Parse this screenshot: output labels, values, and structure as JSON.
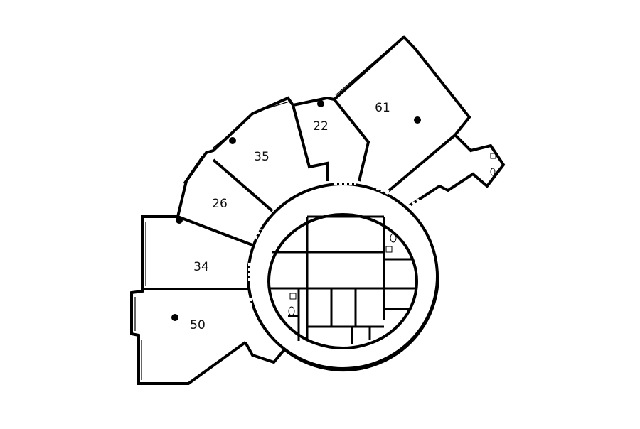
{
  "plan": {
    "rooms": [
      {
        "id": "room-61",
        "label": "61"
      },
      {
        "id": "room-22",
        "label": "22"
      },
      {
        "id": "room-35",
        "label": "35"
      },
      {
        "id": "room-26",
        "label": "26"
      },
      {
        "id": "room-34",
        "label": "34"
      },
      {
        "id": "room-50",
        "label": "50"
      }
    ]
  }
}
